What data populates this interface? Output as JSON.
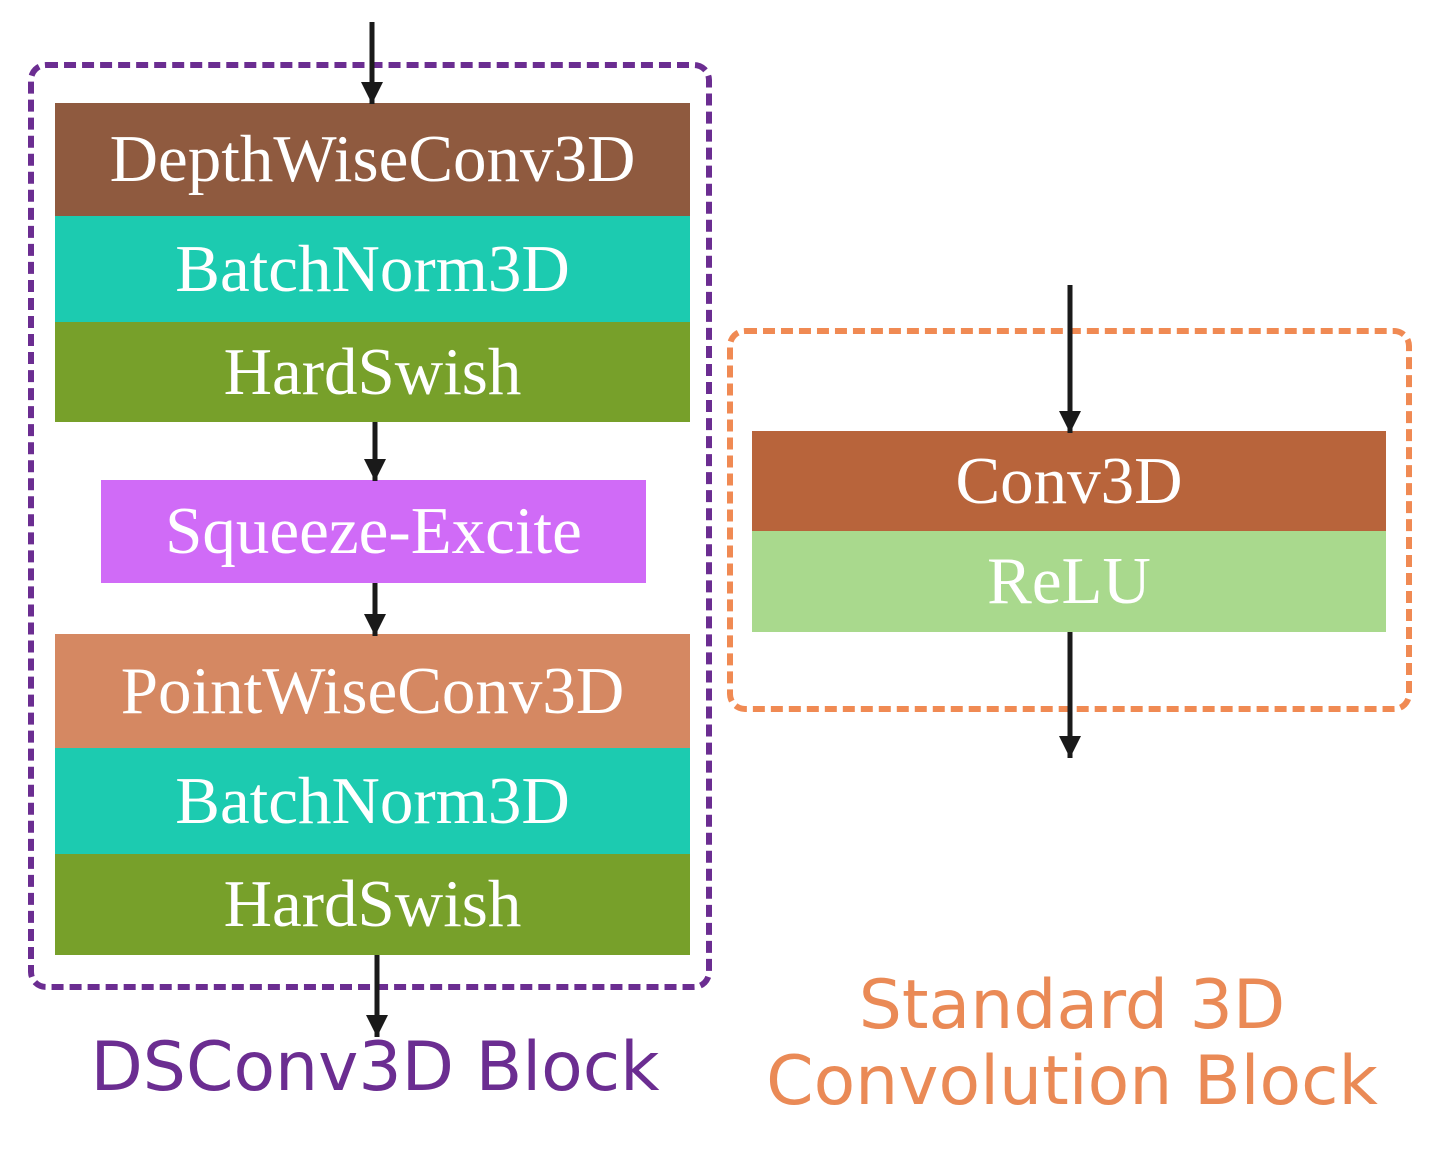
{
  "ds_block": {
    "caption": "DSConv3D Block",
    "caption_color": "#6b2d91",
    "frame_color": "#6b2d91",
    "layers": {
      "depthwise": {
        "label": "DepthWiseConv3D",
        "color": "#8f5a3f"
      },
      "batchnorm_1": {
        "label": "BatchNorm3D",
        "color": "#1ccbb0"
      },
      "hardswish_1": {
        "label": "HardSwish",
        "color": "#77a02a"
      },
      "squeeze_excite": {
        "label": "Squeeze-Excite",
        "color": "#d06bf7"
      },
      "pointwise": {
        "label": "PointWiseConv3D",
        "color": "#d58862"
      },
      "batchnorm_2": {
        "label": "BatchNorm3D",
        "color": "#1ccbb0"
      },
      "hardswish_2": {
        "label": "HardSwish",
        "color": "#77a02a"
      }
    }
  },
  "std_block": {
    "caption_line1": "Standard 3D",
    "caption_line2": "Convolution Block",
    "caption_color": "#ea8a56",
    "frame_color": "#f08a53",
    "layers": {
      "conv3d": {
        "label": "Conv3D",
        "color": "#b8643b"
      },
      "relu": {
        "label": "ReLU",
        "color": "#a9d98d"
      }
    }
  },
  "arrow_color": "#1a1a1a"
}
